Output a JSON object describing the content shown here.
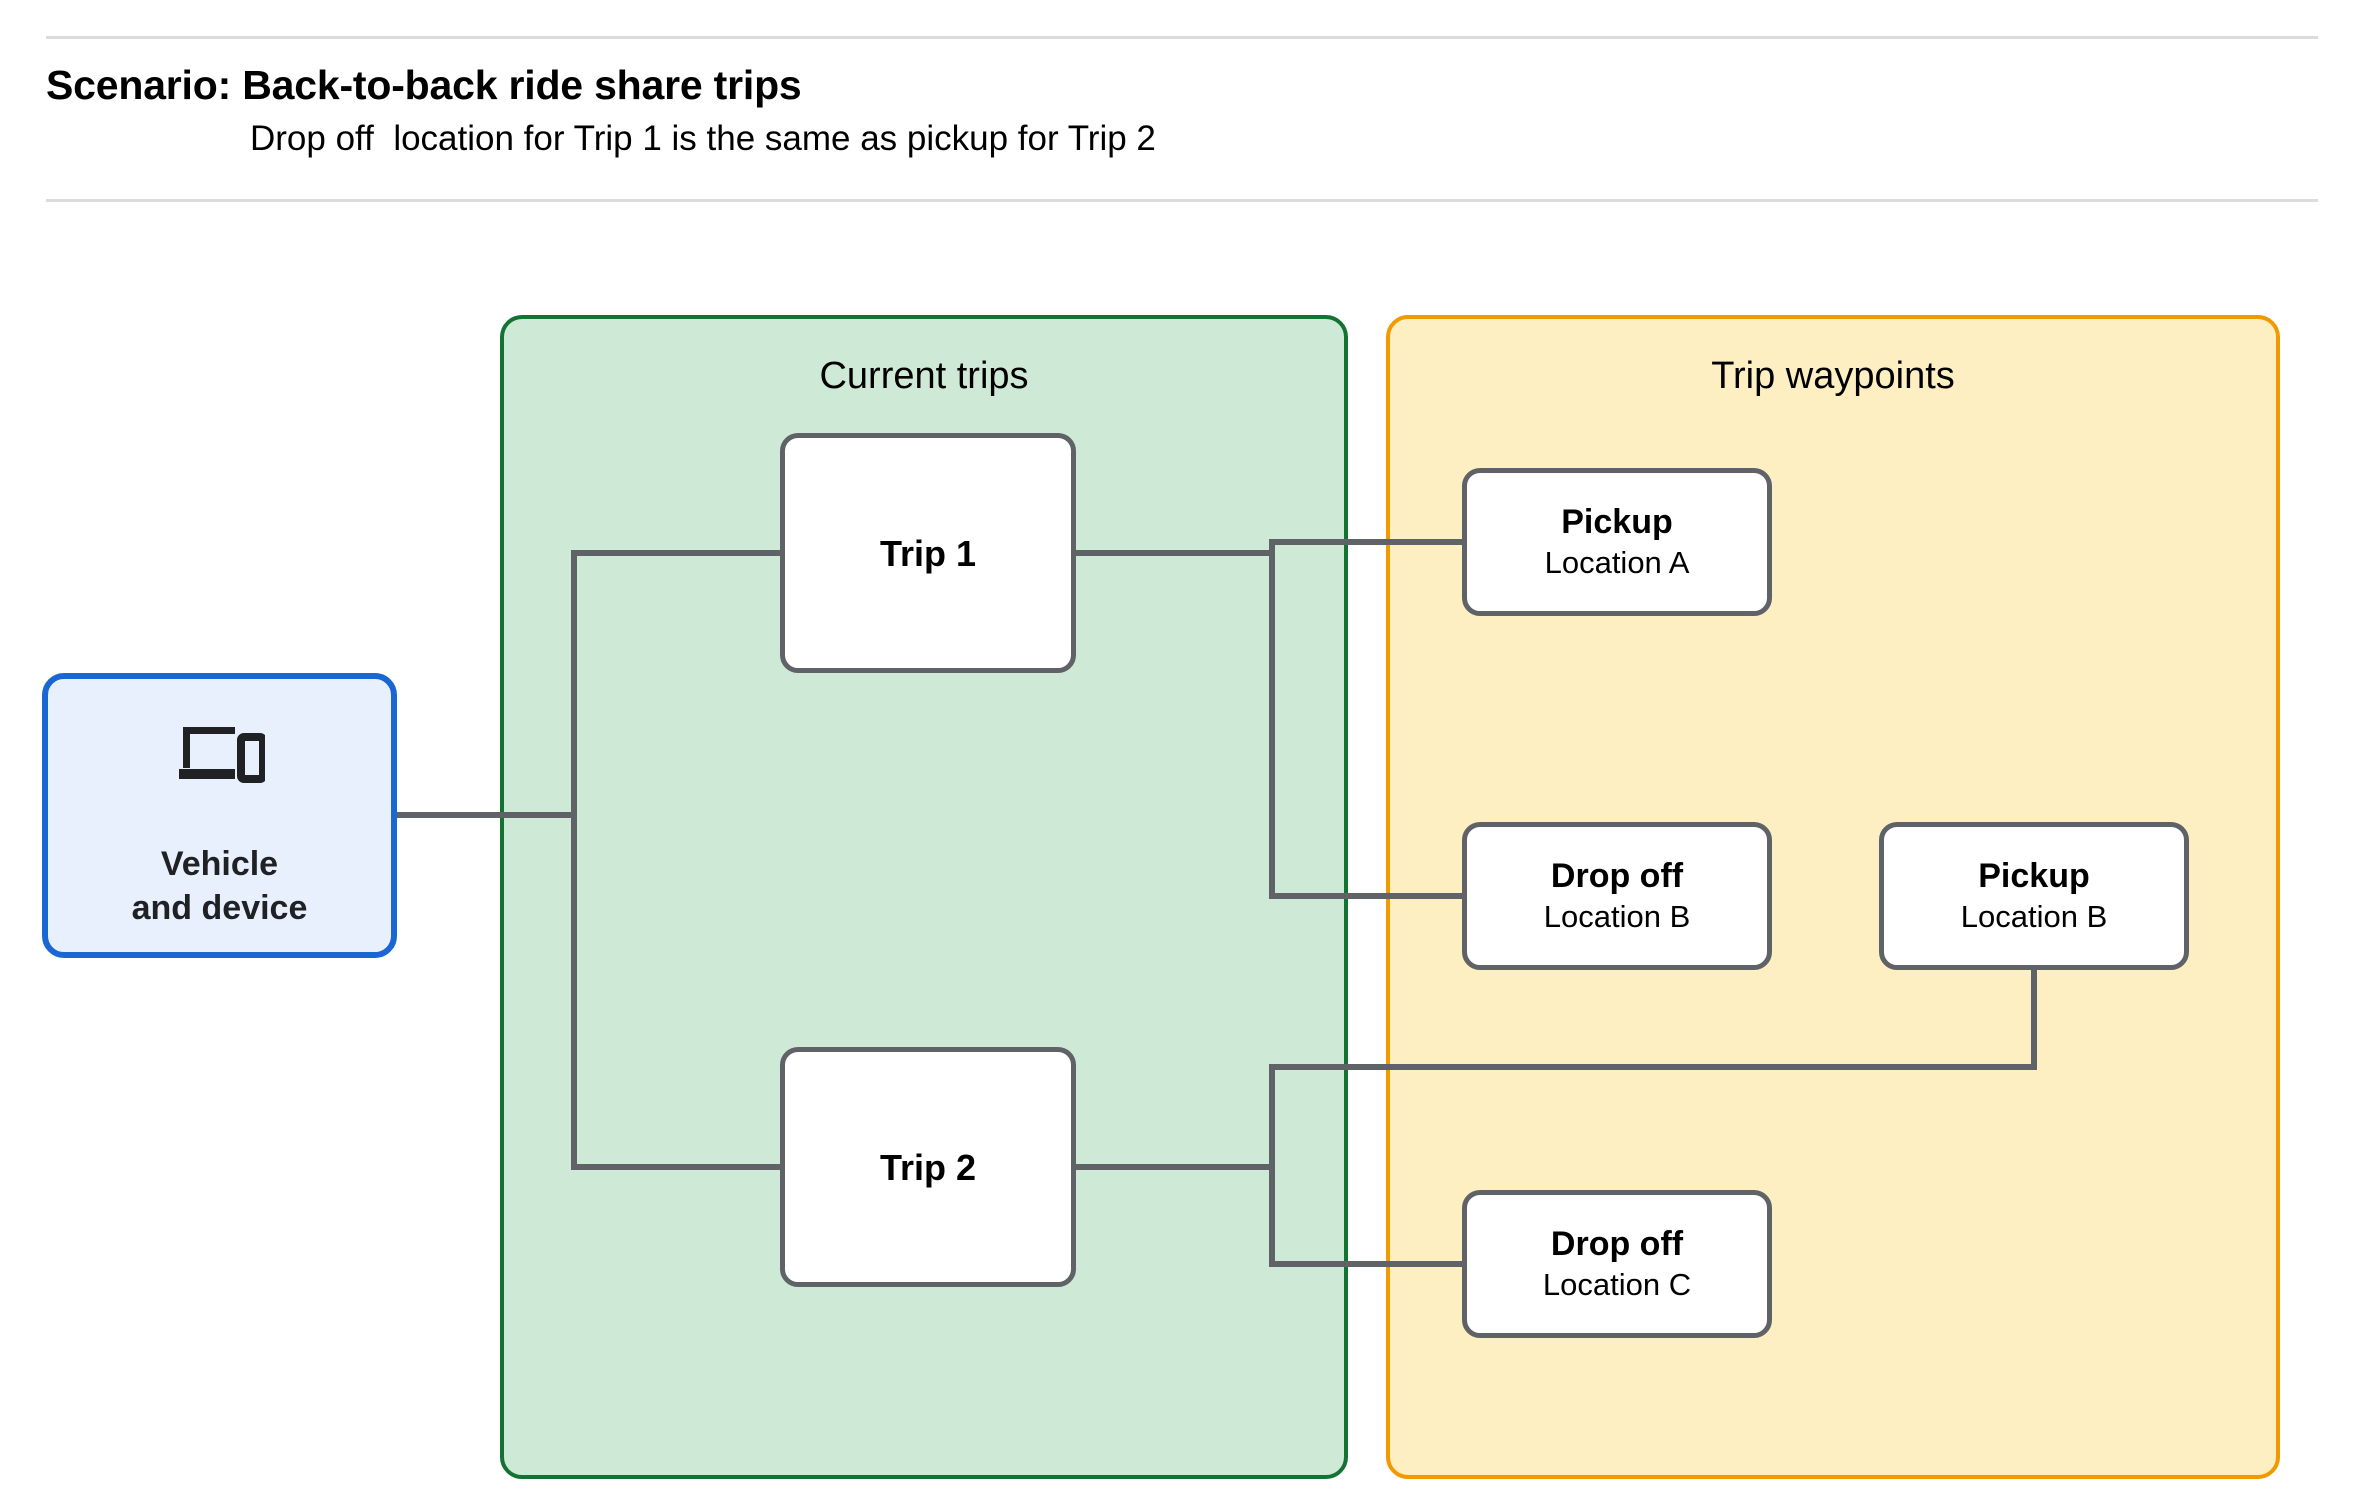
{
  "header": {
    "title": "Scenario: Back-to-back ride share trips",
    "subtitle": "Drop off  location for Trip 1 is the same as pickup for Trip 2"
  },
  "groups": {
    "current_trips": {
      "title": "Current trips",
      "fill": "#ceead6",
      "border": "#137333"
    },
    "trip_waypoints": {
      "title": "Trip waypoints",
      "fill": "#feefc3",
      "border": "#f29900"
    }
  },
  "nodes": {
    "vehicle": {
      "icon": "devices-icon",
      "label": "Vehicle\nand device",
      "fill": "#e8f0fe",
      "border": "#1967d2"
    },
    "trip_1": {
      "title": "Trip 1"
    },
    "trip_2": {
      "title": "Trip 2"
    },
    "pickup_a": {
      "title": "Pickup",
      "sub": "Location A"
    },
    "dropoff_b": {
      "title": "Drop off",
      "sub": "Location B"
    },
    "pickup_b": {
      "title": "Pickup",
      "sub": "Location B"
    },
    "dropoff_c": {
      "title": "Drop off",
      "sub": "Location C"
    }
  },
  "connectors": {
    "stroke": "#5f6368",
    "edges": [
      "vehicle -> trip-1",
      "vehicle -> trip-2",
      "trip-1 -> pickup-a",
      "trip-1 -> dropoff-b",
      "trip-2 -> pickup-b",
      "trip-2 -> dropoff-c"
    ]
  }
}
